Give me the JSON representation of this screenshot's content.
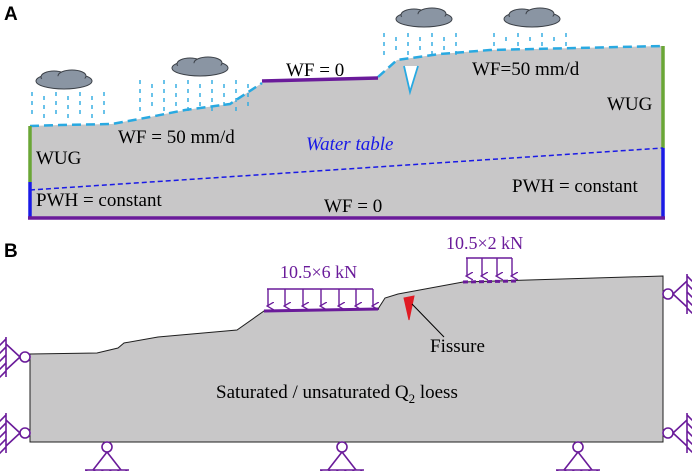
{
  "panel_a": {
    "label": "A",
    "wf_top_middle": "WF = 0",
    "wf_top_right": "WF=50 mm/d",
    "wf_left_slope": "WF = 50 mm/d",
    "water_table": "Water table",
    "wug_left": "WUG",
    "wug_right": "WUG",
    "pwh_left": "PWH = constant",
    "pwh_right": "PWH = constant",
    "wf_bottom": "WF = 0"
  },
  "panel_b": {
    "label": "B",
    "load_left": "10.5×6 kN",
    "load_right": "10.5×2 kN",
    "fissure": "Fissure",
    "material_main": "Saturated / unsaturated Q",
    "material_sub": "2",
    "material_tail": " loess"
  },
  "colors": {
    "soil": "#c8c7c8",
    "rain_boundary": "#29a9e1",
    "green_boundary": "#6aa636",
    "blue_boundary": "#1a1ae6",
    "purple": "#6a1b9a",
    "fissure_red": "#e01b24",
    "cloud": "#8a95a3"
  }
}
